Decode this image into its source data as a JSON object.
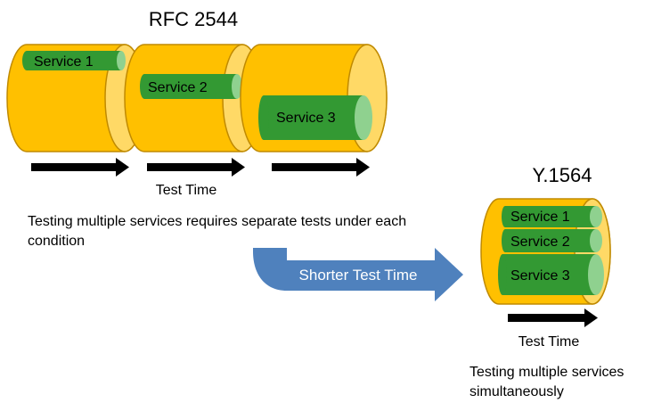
{
  "rfc": {
    "title": "RFC 2544",
    "services": [
      "Service 1",
      "Service 2",
      "Service 3"
    ],
    "axis_label": "Test Time",
    "description_line1": "Testing multiple services requires separate tests under each",
    "description_line2": "condition"
  },
  "y1564": {
    "title": "Y.1564",
    "services": [
      "Service 1",
      "Service 2",
      "Service 3"
    ],
    "axis_label": "Test Time",
    "description_line1": "Testing multiple services",
    "description_line2": "simultaneously"
  },
  "transition": {
    "label": "Shorter Test Time"
  },
  "colors": {
    "cylinder_fill": "#FFC000",
    "cylinder_edge": "#C08A00",
    "cylinder_end": "#FFD966",
    "service_fill": "#339933",
    "service_end": "#8FD18F",
    "banner": "#4F81BD"
  }
}
